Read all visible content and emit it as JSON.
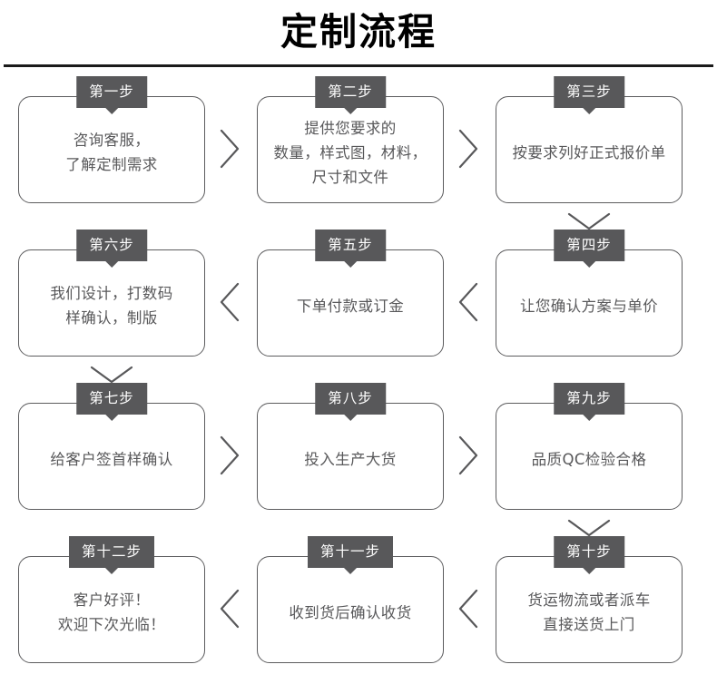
{
  "header": {
    "title": "定制流程"
  },
  "colors": {
    "badge_bg": "#58585a",
    "badge_text": "#ffffff",
    "card_border": "#5c5c5e",
    "card_text": "#58585a",
    "title_text": "#000000",
    "rule": "#1a1a1a",
    "connector": "#58585a"
  },
  "flow": {
    "rows": [
      {
        "direction": "ltr",
        "cells": [
          {
            "badge": "第一步",
            "lines": [
              "咨询客服，",
              "了解定制需求"
            ]
          },
          {
            "badge": "第二步",
            "lines": [
              "提供您要求的",
              "数量，样式图，材料，",
              "尺寸和文件"
            ]
          },
          {
            "badge": "第三步",
            "lines": [
              "按要求列好正式报价单"
            ]
          }
        ]
      },
      {
        "direction": "rtl",
        "cells": [
          {
            "badge": "第六步",
            "lines": [
              "我们设计，打数码",
              "样确认，制版"
            ]
          },
          {
            "badge": "第五步",
            "lines": [
              "下单付款或订金"
            ]
          },
          {
            "badge": "第四步",
            "lines": [
              "让您确认方案与单价"
            ]
          }
        ]
      },
      {
        "direction": "ltr",
        "cells": [
          {
            "badge": "第七步",
            "lines": [
              "给客户签首样确认"
            ]
          },
          {
            "badge": "第八步",
            "lines": [
              "投入生产大货"
            ]
          },
          {
            "badge": "第九步",
            "lines": [
              "品质QC检验合格"
            ]
          }
        ]
      },
      {
        "direction": "rtl",
        "cells": [
          {
            "badge": "第十二步",
            "lines": [
              "客户好评！",
              "欢迎下次光临！"
            ]
          },
          {
            "badge": "第十一步",
            "lines": [
              "收到货后确认收货"
            ]
          },
          {
            "badge": "第十步",
            "lines": [
              "货运物流或者派车",
              "直接送货上门"
            ]
          }
        ]
      }
    ],
    "connectors": {
      "chevron_right": "chevron-right-icon",
      "chevron_left": "chevron-left-icon",
      "chevron_down": "chevron-down-icon"
    }
  }
}
